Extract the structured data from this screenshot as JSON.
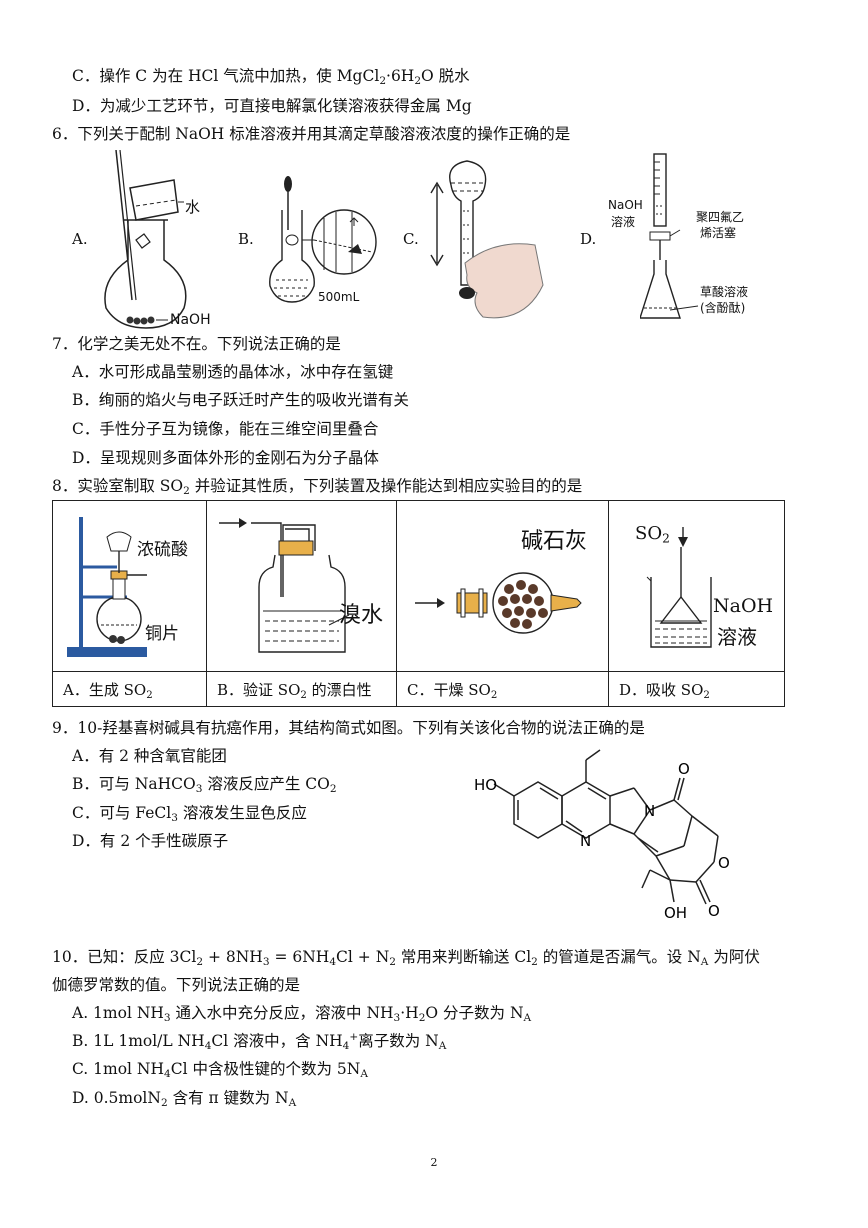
{
  "q5": {
    "opt_c": [
      "C．操作 C 为在 HCl 气流中加热，使 MgCl",
      "2",
      "·6H",
      "2",
      "O 脱水"
    ],
    "opt_d": [
      "D．为减少工艺环节，可直接电解氯化镁溶液获得金属 Mg"
    ]
  },
  "q6": {
    "stem": "6．下列关于配制 NaOH 标准溶液并用其滴定草酸溶液浓度的操作正确的是",
    "labels": [
      "A.",
      "B.",
      "C.",
      "D."
    ],
    "fig_a": {
      "water": "水",
      "naoh": "NaOH"
    },
    "fig_b": {
      "volume": "500mL"
    },
    "fig_d": {
      "naoh1": "NaOH",
      "naoh2": "溶液",
      "ptfe1": "聚四氟乙",
      "ptfe2": "烯活塞",
      "oxalic1": "草酸溶液",
      "oxalic2": "(含酚酞)"
    }
  },
  "q7": {
    "stem": "7．化学之美无处不在。下列说法正确的是",
    "options": [
      "A．水可形成晶莹剔透的晶体冰，冰中存在氢键",
      "B．绚丽的焰火与电子跃迁时产生的吸收光谱有关",
      "C．手性分子互为镜像，能在三维空间里叠合",
      "D．呈现规则多面体外形的金刚石为分子晶体"
    ]
  },
  "q8": {
    "stem": [
      "8．实验室制取 SO",
      "2",
      " 并验证其性质，下列装置及操作能达到相应实验目的的是"
    ],
    "fig_a": {
      "acid": "浓硫酸",
      "cu": "铜片"
    },
    "fig_b": {
      "bromine": "溴水"
    },
    "fig_c": {
      "lime": "碱石灰"
    },
    "fig_d": {
      "so2": "SO",
      "so2_sub": "2",
      "naoh": "NaOH",
      "sol": "溶液"
    },
    "captions": [
      [
        "A．生成 SO",
        "2",
        ""
      ],
      [
        "B．验证 SO",
        "2",
        " 的漂白性"
      ],
      [
        "C．干燥 SO",
        "2",
        ""
      ],
      [
        "D．吸收 SO",
        "2",
        ""
      ]
    ]
  },
  "q9": {
    "stem": "9．10-羟基喜树碱具有抗癌作用，其结构简式如图。下列有关该化合物的说法正确的是",
    "opt_a": "A．有 2 种含氧官能团",
    "opt_b": [
      "B．可与 NaHCO",
      "3",
      " 溶液反应产生 CO",
      "2"
    ],
    "opt_c": [
      "C．可与 FeCl",
      "3",
      " 溶液发生显色反应"
    ],
    "opt_d": "D．有 2 个手性碳原子",
    "struct": {
      "ho": "HO",
      "oh": "OH",
      "o": "O",
      "n": "N"
    }
  },
  "q10": {
    "stem1": [
      "10．已知：反应 3Cl",
      "2",
      " + 8NH",
      "3",
      " = 6NH",
      "4",
      "Cl + N",
      "2",
      " 常用来判断输送 Cl",
      "2",
      " 的管道是否漏气。设 N",
      "A",
      " 为阿伏"
    ],
    "stem2": "伽德罗常数的值。下列说法正确的是",
    "opt_a": [
      "A. 1mol NH",
      "3",
      " 通入水中充分反应，溶液中 NH",
      "3",
      "·H",
      "2",
      "O 分子数为 N",
      "A"
    ],
    "opt_b": [
      "B. 1L 1mol/L NH",
      "4",
      "Cl 溶液中，含 NH",
      "4",
      "+",
      "离子数为 N",
      "A"
    ],
    "opt_c": [
      "C. 1mol NH",
      "4",
      "Cl 中含极性键的个数为 5N",
      "A"
    ],
    "opt_d": [
      "D. 0.5molN",
      "2",
      " 含有 π 键数为 N",
      "A"
    ]
  },
  "page": "2"
}
